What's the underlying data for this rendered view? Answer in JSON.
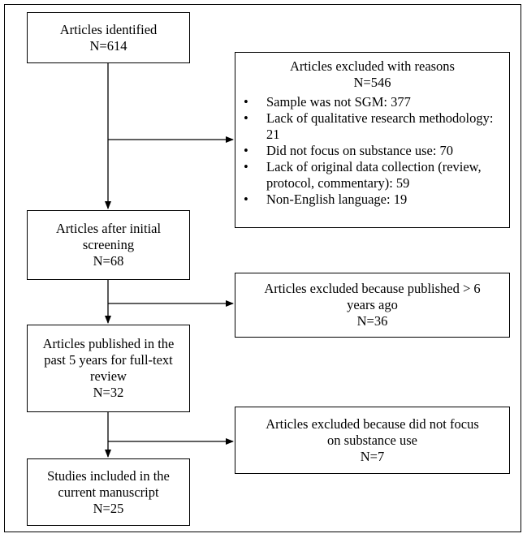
{
  "boxes": {
    "identified": {
      "lines": [
        "Articles identified",
        "N=614"
      ]
    },
    "excluded_reasons": {
      "title": "Articles excluded with reasons",
      "count": "N=546",
      "bullet_symbol": "•",
      "reasons": [
        "Sample was not SGM: 377",
        "Lack of qualitative research methodology: 21",
        "Did not focus on substance use: 70",
        "Lack of original data collection (review, protocol, commentary): 59",
        "Non-English language: 19"
      ]
    },
    "initial_screening": {
      "lines": [
        "Articles after initial",
        "screening",
        "N=68"
      ]
    },
    "excluded_old": {
      "lines": [
        "Articles excluded because published > 6",
        "years ago",
        "N=36"
      ]
    },
    "full_text": {
      "lines": [
        "Articles published in the",
        "past 5 years for full-text",
        "review",
        "N=32"
      ]
    },
    "excluded_substance": {
      "lines": [
        "Articles excluded because did not focus",
        "on substance use",
        "N=7"
      ]
    },
    "included": {
      "lines": [
        "Studies included in the",
        "current manuscript",
        "N=25"
      ]
    }
  },
  "colors": {
    "line": "#000000",
    "background": "#ffffff"
  }
}
